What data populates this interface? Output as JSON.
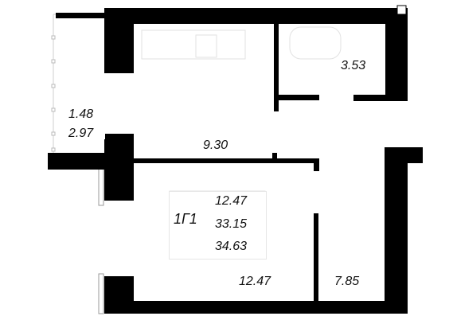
{
  "plan": {
    "apartment_type": "1Г1",
    "areas": {
      "living": "12.47",
      "total": "33.15",
      "total_with_balcony": "34.63"
    },
    "rooms": {
      "bathroom": "3.53",
      "balcony_a": "1.48",
      "balcony_b": "2.97",
      "hall": "9.30",
      "living_room": "12.47",
      "kitchen": "7.85"
    },
    "colors": {
      "wall": "#000000",
      "background": "#ffffff",
      "thin_line": "#cfcfcf"
    }
  }
}
